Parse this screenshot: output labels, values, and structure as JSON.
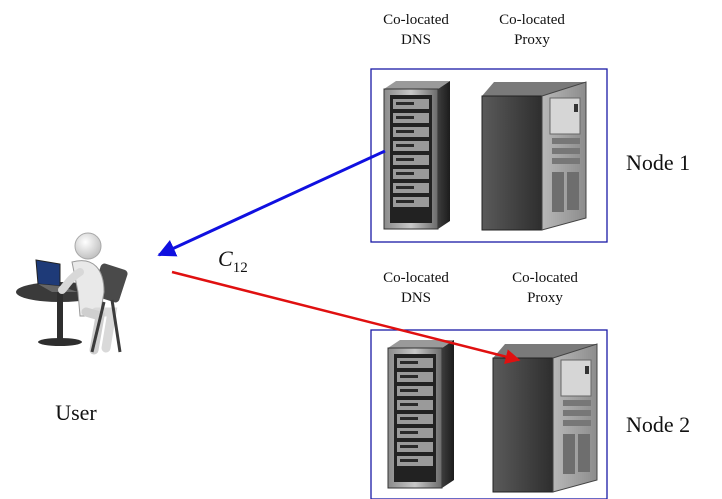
{
  "nodes": [
    {
      "name": "Node 1",
      "dns_label": [
        "Co-located",
        "DNS"
      ],
      "proxy_label": [
        "Co-located",
        "Proxy"
      ]
    },
    {
      "name": "Node 2",
      "dns_label": [
        "Co-located",
        "DNS"
      ],
      "proxy_label": [
        "Co-located",
        "Proxy"
      ]
    }
  ],
  "user": {
    "label": "User"
  },
  "edge_label": {
    "symbol": "C",
    "subscript": "12"
  },
  "colors": {
    "box_border": "#1a1aa6",
    "dns_query_arrow": "#1010e0",
    "proxy_request_arrow": "#e01010"
  },
  "icons": [
    "dns-server-rack-icon",
    "proxy-tower-server-icon",
    "user-at-laptop-icon"
  ]
}
